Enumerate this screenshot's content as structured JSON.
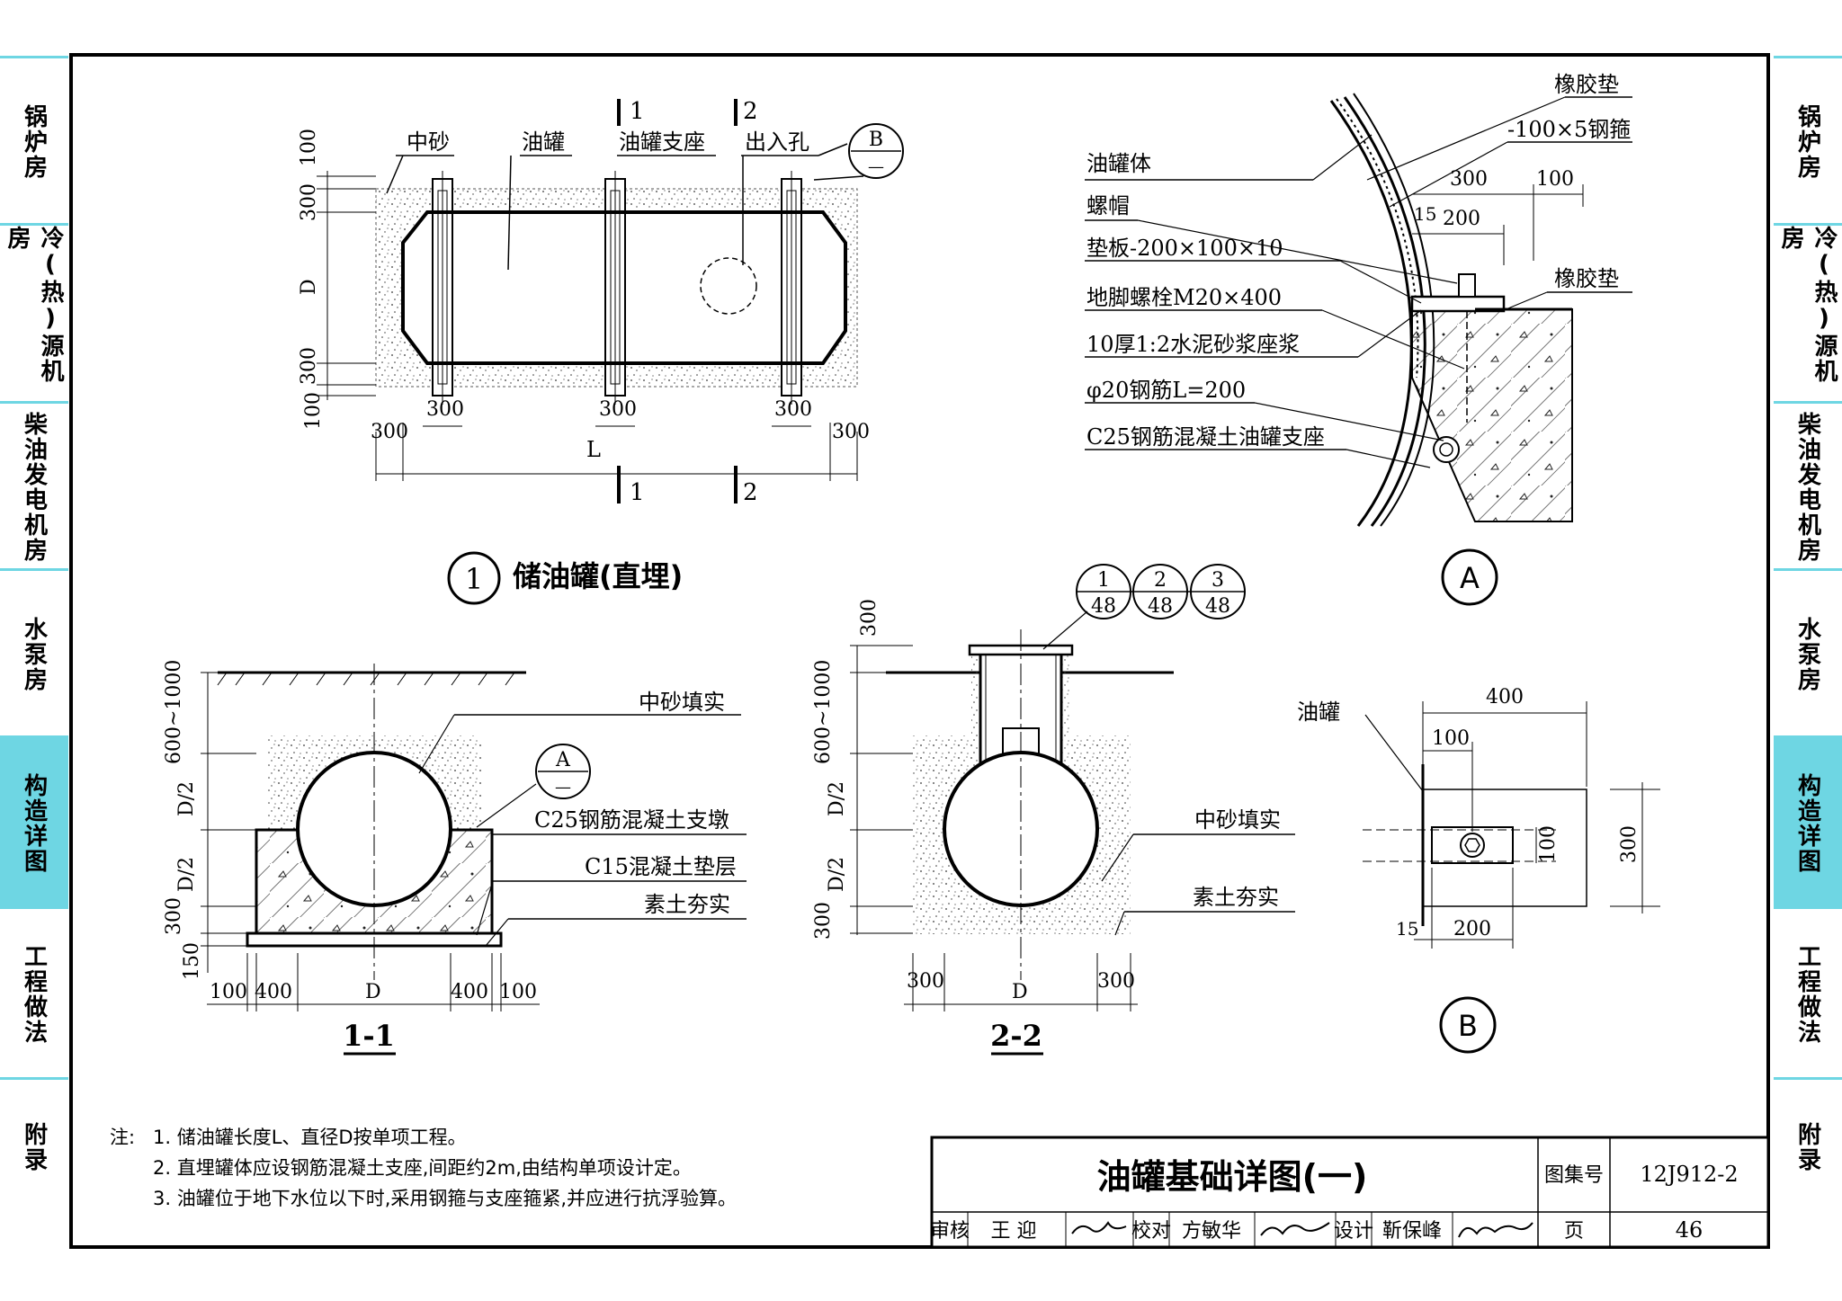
{
  "side_tabs": [
    {
      "label": "锅炉房",
      "active": false
    },
    {
      "label": "冷(热)源机房",
      "active": false
    },
    {
      "label": "柴油发电机房",
      "active": false
    },
    {
      "label": "水泵房",
      "active": false
    },
    {
      "label": "构造详图",
      "active": true
    },
    {
      "label": "工程做法",
      "active": false
    },
    {
      "label": "附录",
      "active": false
    }
  ],
  "accent_color": "#6ed6e3",
  "plan": {
    "circle_no": "1",
    "title": "储油罐(直埋)",
    "labels": {
      "sand": "中砂",
      "tank": "油罐",
      "support": "油罐支座",
      "manhole": "出入孔"
    },
    "section_marks": {
      "s1": "1",
      "s2": "2"
    },
    "detail_ref": {
      "top": "B",
      "bottom": "—"
    },
    "dims": {
      "d100": "100",
      "d300": "300",
      "D": "D",
      "L": "L"
    }
  },
  "detail_a": {
    "circle": "A",
    "labels": {
      "rubber_pad_top": "橡胶垫",
      "steel_hoop": "-100×5钢箍",
      "tank_body": "油罐体",
      "nut": "螺帽",
      "plate": "垫板-200×100×10",
      "anchor_bolt": "地脚螺栓M20×400",
      "mortar": "10厚1:2水泥砂浆座浆",
      "rebar": "φ20钢筋L=200",
      "support": "C25钢筋混凝土油罐支座",
      "rubber_pad_right": "橡胶垫"
    },
    "dims": {
      "d300": "300",
      "d100": "100",
      "d15": "15",
      "d200": "200"
    }
  },
  "section_1": {
    "title": "1-1",
    "labels": {
      "sand_fill": "中砂填实",
      "pier": "C25钢筋混凝土支墩",
      "cushion": "C15混凝土垫层",
      "soil": "素土夯实"
    },
    "detail_ref": {
      "top": "A",
      "bottom": "—"
    },
    "dims": {
      "depth": "600~1000",
      "half": "D/2",
      "d300": "300",
      "d150": "150",
      "d100": "100",
      "d400": "400",
      "D": "D"
    }
  },
  "section_2": {
    "title": "2-2",
    "refs": [
      {
        "top": "1",
        "bottom": "48"
      },
      {
        "top": "2",
        "bottom": "48"
      },
      {
        "top": "3",
        "bottom": "48"
      }
    ],
    "labels": {
      "sand_fill": "中砂填实",
      "soil": "素土夯实"
    },
    "dims": {
      "above": "300",
      "depth": "600~1000",
      "half": "D/2",
      "d300": "300",
      "D": "D"
    }
  },
  "detail_b": {
    "circle": "B",
    "labels": {
      "tank": "油罐"
    },
    "dims": {
      "d400": "400",
      "d100": "100",
      "d300": "300",
      "d15": "15",
      "d200": "200"
    }
  },
  "notes": {
    "prefix": "注:",
    "items": [
      "1. 储油罐长度L、直径D按单项工程。",
      "2. 直埋罐体应设钢筋混凝土支座,间距约2m,由结构单项设计定。",
      "3. 油罐位于地下水位以下时,采用钢箍与支座箍紧,并应进行抗浮验算。"
    ]
  },
  "title_block": {
    "title": "油罐基础详图(一)",
    "atlas_label": "图集号",
    "atlas_no": "12J912-2",
    "review_label": "审核",
    "reviewer": "王 迎",
    "check_label": "校对",
    "checker": "方敏华",
    "design_label": "设计",
    "designer": "靳保峰",
    "page_label": "页",
    "page_no": "46"
  }
}
